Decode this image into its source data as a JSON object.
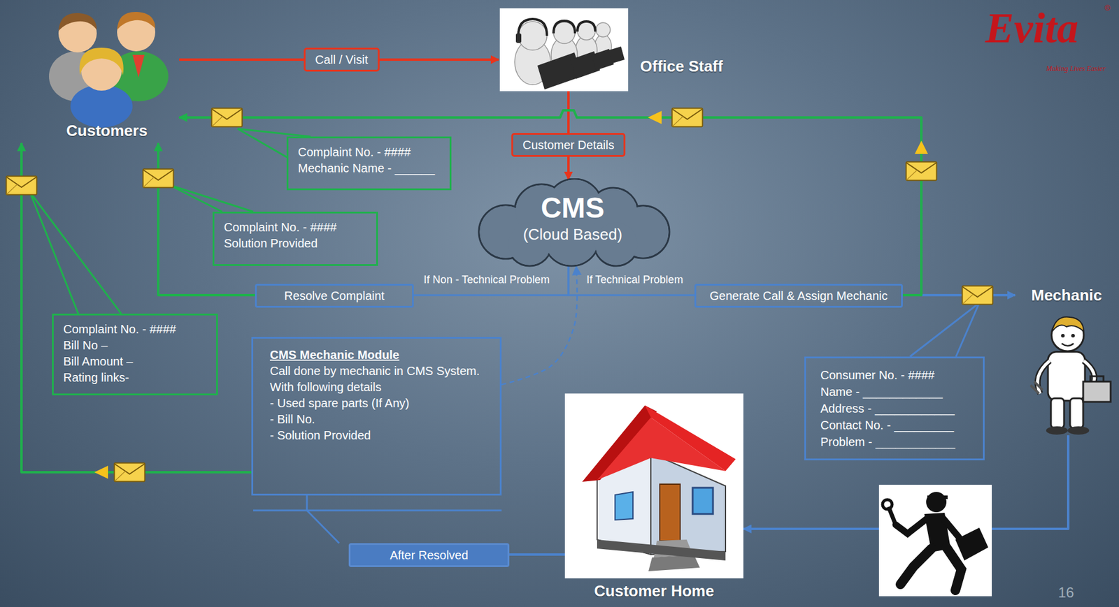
{
  "diagram": {
    "nodes": [
      {
        "text": [
          "Customers"
        ]
      },
      {
        "text": [
          "Office Staff"
        ]
      },
      {
        "text": [
          "CMS",
          "(Cloud Based)"
        ]
      },
      {
        "text": [
          "Complaint No. - ####",
          "Mechanic Name - ______"
        ]
      },
      {
        "text": [
          "Complaint No. - ####",
          "Solution Provided"
        ]
      },
      {
        "text": [
          "Resolve Complaint"
        ]
      },
      {
        "text": [
          "Generate Call & Assign Mechanic"
        ]
      },
      {
        "text": [
          "Mechanic"
        ]
      },
      {
        "text": [
          "Complaint No. - ####",
          "Bill No –",
          "Bill Amount –",
          "Rating links-"
        ]
      },
      {
        "text": [
          "CMS Mechanic Module",
          "Call done by mechanic in CMS System.",
          "With following details",
          "- Used spare parts (If Any)",
          "- Bill No.",
          "- Solution Provided"
        ]
      },
      {
        "text": [
          "Consumer No. - ####",
          "Name - ____________",
          "Address - ____________",
          "Contact No. - _________",
          "Problem - ____________"
        ]
      },
      {
        "text": [
          "Customer Home"
        ]
      },
      {
        "text": [
          "After Resolved"
        ]
      }
    ],
    "edges": [
      {
        "from": 0,
        "to": 1,
        "arrow": "to",
        "label": "Call / Visit"
      },
      {
        "from": 1,
        "to": 2,
        "arrow": "to",
        "label": "Customer Details"
      },
      {
        "from": 2,
        "to": 5,
        "arrow": "none",
        "label": "If Non - Technical Problem"
      },
      {
        "from": 2,
        "to": 6,
        "arrow": "none",
        "label": "If Technical Problem"
      },
      {
        "from": 5,
        "to": 0,
        "arrow": "to"
      },
      {
        "from": 6,
        "to": 7,
        "arrow": "to"
      },
      {
        "from": 6,
        "to": 0,
        "arrow": "to"
      },
      {
        "from": 7,
        "to": 11,
        "arrow": "to"
      },
      {
        "from": 11,
        "to": 12,
        "arrow": "none"
      },
      {
        "from": 12,
        "to": 9,
        "arrow": "none"
      },
      {
        "from": 9,
        "to": 0,
        "arrow": "to"
      },
      {
        "from": 9,
        "to": 2,
        "arrow": "to"
      }
    ],
    "labels": [
      "Evita",
      "®",
      "Making Lives Easier",
      "16"
    ]
  }
}
